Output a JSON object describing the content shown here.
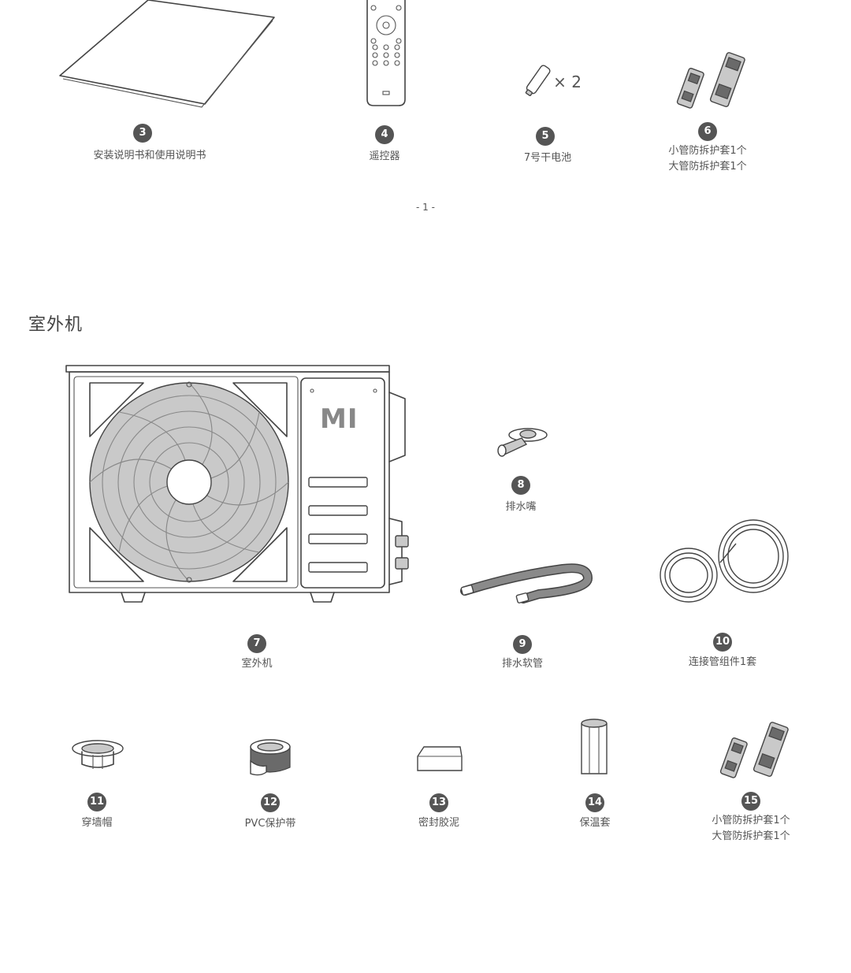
{
  "page_number": "- 1 -",
  "section_title": "室外机",
  "battery_multiplier": "× 2",
  "mi_logo_text": "MI",
  "items": [
    {
      "number": "3",
      "label": "安装说明书和使用说明书"
    },
    {
      "number": "4",
      "label": "遥控器"
    },
    {
      "number": "5",
      "label": "7号干电池"
    },
    {
      "number": "6",
      "label_line1": "小管防拆护套1个",
      "label_line2": "大管防拆护套1个"
    },
    {
      "number": "7",
      "label": "室外机"
    },
    {
      "number": "8",
      "label": "排水嘴"
    },
    {
      "number": "9",
      "label": "排水软管"
    },
    {
      "number": "10",
      "label": "连接管组件1套"
    },
    {
      "number": "11",
      "label": "穿墙帽"
    },
    {
      "number": "12",
      "label": "PVC保护带"
    },
    {
      "number": "13",
      "label": "密封胶泥"
    },
    {
      "number": "14",
      "label": "保温套"
    },
    {
      "number": "15",
      "label_line1": "小管防拆护套1个",
      "label_line2": "大管防拆护套1个"
    }
  ]
}
